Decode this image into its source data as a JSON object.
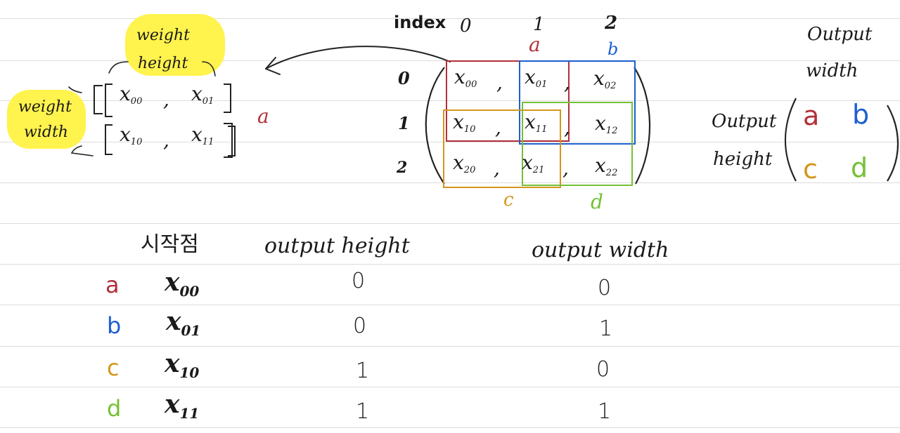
{
  "colors": {
    "a": "#b2303a",
    "b": "#1c5fd0",
    "c": "#d4961e",
    "d": "#74c036",
    "highlight": "#fff23a"
  },
  "index_header": {
    "label": "index",
    "col0": "0",
    "col1": "1",
    "col2": "2",
    "row0": "0",
    "row1": "1",
    "row2": "2"
  },
  "matrix_labels": {
    "a": "a",
    "b": "b",
    "c": "c",
    "d": "d"
  },
  "matrix": {
    "x00": "00",
    "x01": "01",
    "x02": "02",
    "x10": "10",
    "x11": "11",
    "x12": "12",
    "x20": "20",
    "x21": "21",
    "x22": "22"
  },
  "weight": {
    "height_line1": "weight",
    "height_line2": "height",
    "width_line1": "weight",
    "width_line2": "width",
    "w00": "00",
    "w01": "01",
    "w10": "10",
    "w11": "11",
    "side_label": "a"
  },
  "output_matrix": {
    "width_line1": "Output",
    "width_line2": "width",
    "height_line1": "Output",
    "height_line2": "height",
    "a": "a",
    "b": "b",
    "c": "c",
    "d": "d"
  },
  "table": {
    "headers": [
      "시작점",
      "output height",
      "output width"
    ],
    "rows": [
      {
        "label": "a",
        "start": "00",
        "height": "0",
        "width": "0"
      },
      {
        "label": "b",
        "start": "01",
        "height": "0",
        "width": "1"
      },
      {
        "label": "c",
        "start": "10",
        "height": "1",
        "width": "0"
      },
      {
        "label": "d",
        "start": "11",
        "height": "1",
        "width": "1"
      }
    ]
  }
}
